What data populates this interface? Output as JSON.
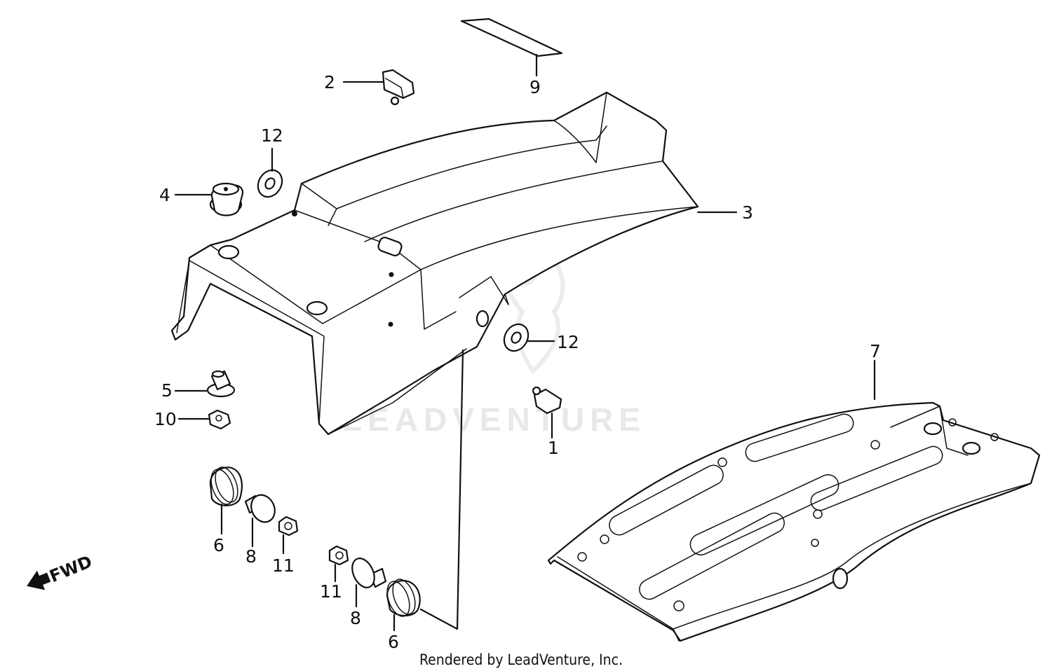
{
  "diagram": {
    "footer": "Rendered by LeadVenture, Inc.",
    "watermark": "LEADVENTURE",
    "fwd_label": "FWD",
    "callouts": [
      "1",
      "2",
      "3",
      "4",
      "5",
      "6",
      "6",
      "7",
      "8",
      "8",
      "9",
      "10",
      "11",
      "11",
      "12",
      "12"
    ]
  }
}
